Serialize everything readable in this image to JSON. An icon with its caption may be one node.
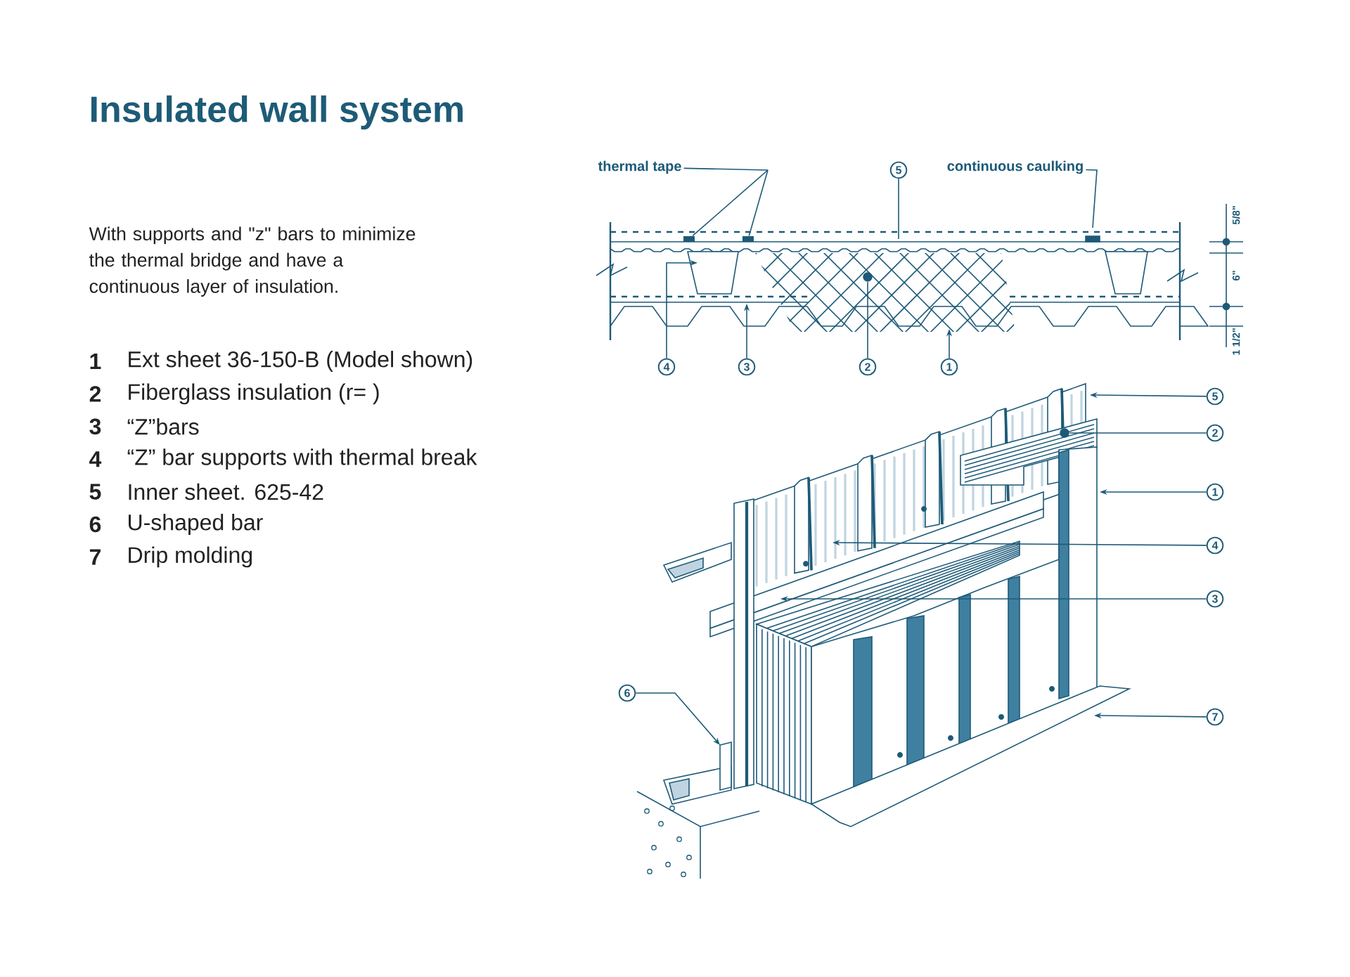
{
  "diagram": {
    "title": "Insulated wall system",
    "caption": "With supports and \"z\" bars to minimize the thermal bridge and have a continuous layer of insulation.",
    "nodes": [
      {
        "text": [
          "thermal tape"
        ]
      },
      {
        "text": [
          "continuous caulking"
        ]
      },
      {
        "text": [
          "5"
        ]
      },
      {
        "text": [
          "4"
        ]
      },
      {
        "text": [
          "3"
        ]
      },
      {
        "text": [
          "2"
        ]
      },
      {
        "text": [
          "1"
        ]
      },
      {
        "text": [
          "5"
        ]
      },
      {
        "text": [
          "2"
        ]
      },
      {
        "text": [
          "1"
        ]
      },
      {
        "text": [
          "4"
        ]
      },
      {
        "text": [
          "3"
        ]
      },
      {
        "text": [
          "6"
        ]
      },
      {
        "text": [
          "7"
        ]
      },
      {
        "text": [],
        "shape": "bar"
      },
      {
        "text": [],
        "shape": "bar"
      },
      {
        "text": [],
        "shape": "circle"
      },
      {
        "text": [],
        "shape": "circle"
      }
    ],
    "edges": [
      {
        "from": 0,
        "to": 14,
        "arrow": "none"
      },
      {
        "from": 0,
        "to": 15,
        "arrow": "none"
      },
      {
        "from": 1,
        "to": null,
        "arrow": "none"
      },
      {
        "from": 2,
        "to": null,
        "arrow": "none"
      },
      {
        "from": 3,
        "to": null,
        "arrow": "to"
      },
      {
        "from": 4,
        "to": null,
        "arrow": "to"
      },
      {
        "from": 5,
        "to": 16,
        "arrow": "none"
      },
      {
        "from": 6,
        "to": null,
        "arrow": "to"
      },
      {
        "from": 7,
        "to": null,
        "arrow": "to"
      },
      {
        "from": 8,
        "to": 17,
        "arrow": "none"
      },
      {
        "from": 9,
        "to": null,
        "arrow": "to"
      },
      {
        "from": 10,
        "to": null,
        "arrow": "to"
      },
      {
        "from": 11,
        "to": null,
        "arrow": "to"
      },
      {
        "from": 12,
        "to": null,
        "arrow": "to"
      },
      {
        "from": 13,
        "to": null,
        "arrow": "to"
      }
    ],
    "labels": [
      "5/8\"",
      "6\"",
      "1 1/2\"",
      "1",
      "Ext sheet 36-150-B (Model shown)",
      "2",
      "Fiberglass insulation (r= )",
      "3",
      "“Z”bars",
      "4",
      "“Z” bar supports with thermal break",
      "5",
      "Inner sheet. 625-42",
      "6",
      "U-shaped bar",
      "7",
      "Drip molding"
    ]
  }
}
